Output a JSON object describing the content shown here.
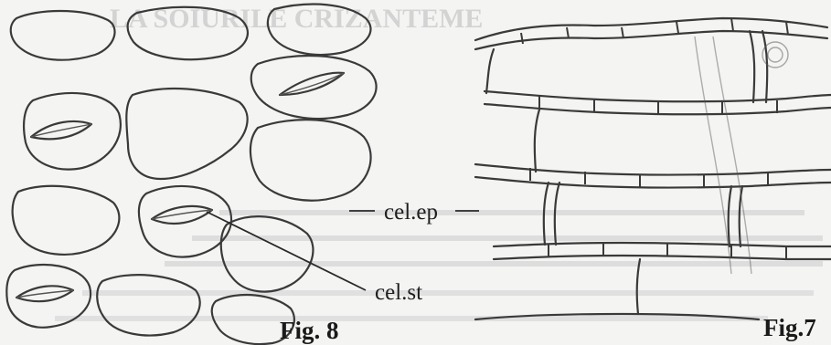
{
  "labels": {
    "epidermal_cell": "cel.ep",
    "stomatal_cell": "cel.st"
  },
  "figures": {
    "left": "Fig. 8",
    "right": "Fig.7"
  },
  "colors": {
    "paper": "#f4f4f2",
    "ink": "#3a3a3a",
    "bleed_through": "#c9c9c9"
  }
}
